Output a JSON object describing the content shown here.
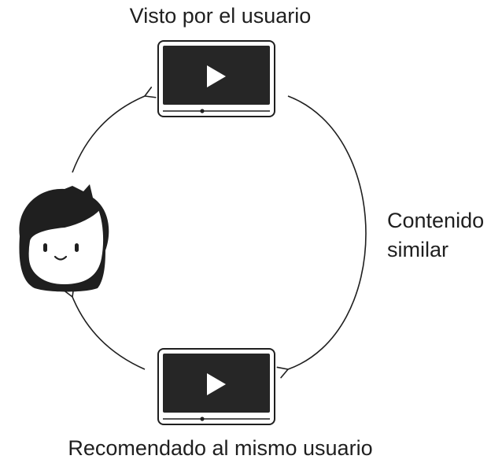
{
  "diagram": {
    "watched_label": "Visto por el usuario",
    "recommended_label": "Recomendado al mismo usuario",
    "similar_label_line1": "Contenido",
    "similar_label_line2": "similar"
  },
  "colors": {
    "ink": "#1f1f1f",
    "screen": "#262626",
    "background": "#ffffff"
  }
}
